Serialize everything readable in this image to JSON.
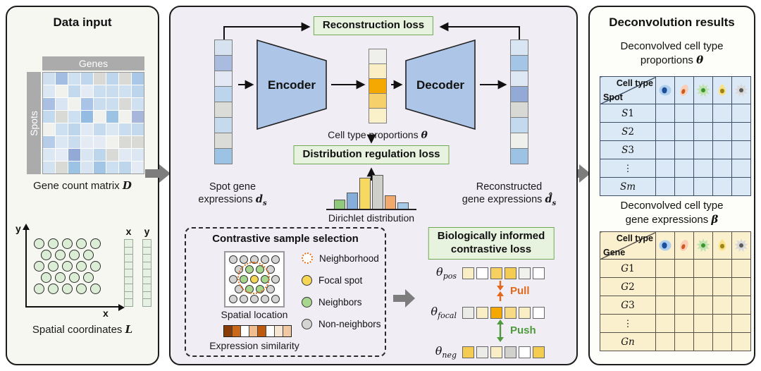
{
  "colors": {
    "connector": "#111111",
    "inter_panel_arrow": "#7d7d7d",
    "loss_box_bg": "#e7f2df",
    "loss_box_border": "#6faa54",
    "neighborhood": "#e0701c",
    "pull": "#e2691c",
    "push": "#4e9a3c",
    "panel_left_bg": "#f5f7f0",
    "panel_mid_bg": "#f1edf5",
    "panel_right_bg": "#fdfdf9"
  },
  "left_panel": {
    "title": "Data input",
    "genes_label": "Genes",
    "spots_label": "Spots",
    "matrix_rows": [
      [
        "#cfdff0",
        "#a3bce1",
        "#cfe0f1",
        "#bfd7ec",
        "#d9dad6",
        "#bed6ec",
        "#d9dad6",
        "#a9c7e6"
      ],
      [
        "#dce7f4",
        "#f1f1ed",
        "#c3d9ee",
        "#e4ebf5",
        "#cbdef0",
        "#c9ddef",
        "#cfe0f1",
        "#bdd5ec"
      ],
      [
        "#a9c0e2",
        "#dae5f3",
        "#f1f1ed",
        "#a9c4e6",
        "#c9ddef",
        "#cbdef0",
        "#d9dad6",
        "#cfe0f1"
      ],
      [
        "#c3d9ee",
        "#d9dad6",
        "#cde0f1",
        "#94bce2",
        "#f1f1ed",
        "#9cc2e4",
        "#f1f1ed",
        "#a9b6dc"
      ],
      [
        "#f1f1ed",
        "#cde0f1",
        "#bed6ec",
        "#e0e9f4",
        "#c7dbee",
        "#dce7f4",
        "#c9ddef",
        "#c3d9ee"
      ],
      [
        "#b5cde8",
        "#dce7f4",
        "#c9ddef",
        "#e4ebf5",
        "#e4ebf5",
        "#f1f1ed",
        "#d9dad6",
        "#d9dad6"
      ],
      [
        "#dce7f4",
        "#e4ebf5",
        "#93a9d6",
        "#dae5f3",
        "#bed6ec",
        "#d9dad6",
        "#e0e9f4",
        "#dce7f4"
      ],
      [
        "#d3e2f1",
        "#d9dad6",
        "#9cc2e4",
        "#d8e4f2",
        "#a3c6e6",
        "#cde0f1",
        "#bed6ec",
        "#e4ebf5"
      ]
    ],
    "matrix_caption": {
      "text": "Gene count matrix ",
      "symbol": "D"
    },
    "scatter": {
      "rows": [
        5,
        4,
        5,
        4,
        5
      ],
      "dot_color": "#dcedd6",
      "x_axis_label": "x",
      "y_axis_label": "y"
    },
    "coord_vectors": {
      "labels": [
        "x",
        "y"
      ],
      "cells": 9,
      "cell_color": "#e7f1e3"
    },
    "coords_caption": {
      "text": "Spatial coordinates ",
      "symbol": "L"
    }
  },
  "middle_panel": {
    "reconstruction_loss_label": "Reconstruction loss",
    "encoder_label": "Encoder",
    "decoder_label": "Decoder",
    "spot_vector": [
      "#d7e2f0",
      "#a9bce0",
      "#e2e9f4",
      "#bdd5ec",
      "#dbdbd8",
      "#c6daee",
      "#dbdbd8",
      "#9cc2e4"
    ],
    "latent_vector": [
      "#efefeb",
      "#faeec6",
      "#f5a802",
      "#f6d06a",
      "#faf0c9"
    ],
    "recon_vector": [
      "#d8e6f3",
      "#a4c6e6",
      "#dde8f4",
      "#93a9d6",
      "#d8d8d5",
      "#c2d9ee",
      "#efefeb",
      "#9cc2e4"
    ],
    "spot_vector_caption": {
      "line1": "Spot gene",
      "line2": "expressions ",
      "symbol": "d",
      "sub": "s"
    },
    "latent_caption": {
      "text": "Cell type proportions ",
      "symbol": "θ"
    },
    "recon_caption": {
      "line1": "Reconstructed",
      "line2": "gene expressions ",
      "symbol": "d̂",
      "sub": "s"
    },
    "distribution_loss_label": "Distribution regulation loss",
    "dirichlet": {
      "label": "Dirichlet distribution",
      "bars": [
        {
          "color": "#90c87c",
          "h": 13
        },
        {
          "color": "#86aedb",
          "h": 23
        },
        {
          "color": "#f7d860",
          "h": 44
        },
        {
          "color": "#cfcfca",
          "h": 48
        },
        {
          "color": "#f2a96e",
          "h": 19
        },
        {
          "color": "#a6cbe8",
          "h": 9
        }
      ]
    },
    "contrastive": {
      "title": "Contrastive sample selection",
      "grid_rows": [
        "ggggg",
        "gnng",
        "gnfng",
        "gnng",
        "ggggg"
      ],
      "grid_palette": {
        "g": "#d4d4d2",
        "n": "#a9d68f",
        "f": "#f6d655"
      },
      "spatial_label": "Spatial location",
      "similarity_cells": [
        "#8a3c08",
        "#c9681a",
        "#ffffff",
        "#f2bd8e",
        "#bd5a10",
        "#fdfdfd",
        "#f8e6d4",
        "#f0c9a4"
      ],
      "similarity_label": "Expression similarity",
      "legend": [
        {
          "label": "Neighborhood",
          "type": "dotted"
        },
        {
          "label": "Focal spot",
          "type": "circle",
          "fill": "#f6d655"
        },
        {
          "label": "Neighbors",
          "type": "circle",
          "fill": "#a9d68f"
        },
        {
          "label": "Non-neighbors",
          "type": "circle",
          "fill": "#d4d4d2"
        }
      ]
    },
    "bio_loss": {
      "line1": "Biologically informed",
      "line2": "contrastive loss"
    },
    "theta_rows": [
      {
        "symbol": "θ",
        "sub": "pos",
        "cells": [
          "#faeec6",
          "#ffffff",
          "#f6d060",
          "#f5cc52",
          "#f1f1ed",
          "#ffffff"
        ]
      },
      {
        "symbol": "θ",
        "sub": "focal",
        "cells": [
          "#ebebe7",
          "#faeec6",
          "#f5a802",
          "#f8d984",
          "#faeec6",
          "#ffffff"
        ]
      },
      {
        "symbol": "θ",
        "sub": "neg",
        "cells": [
          "#f5cc52",
          "#ebebe7",
          "#faeec6",
          "#d0d0cc",
          "#ffffff",
          "#f5cc52"
        ]
      }
    ],
    "pull_label": "Pull",
    "push_label": "Push"
  },
  "right_panel": {
    "title": "Deconvolution results",
    "cell_icons": [
      {
        "shape": "round",
        "body": "#aed0ee",
        "nucleus": "#1d4e9c"
      },
      {
        "shape": "bean",
        "body": "#f9cdb6",
        "nucleus": "#cd5a1e"
      },
      {
        "shape": "star",
        "body": "#bfe3ac",
        "nucleus": "#3f9430"
      },
      {
        "shape": "drop",
        "body": "#f9e186",
        "nucleus": "#9c8418"
      },
      {
        "shape": "star",
        "body": "#d9d9db",
        "nucleus": "#5a5a5a"
      }
    ],
    "tables": [
      {
        "caption_line1": "Deconvolved cell type",
        "caption_line2": "proportions ",
        "caption_symbol": "θ",
        "corner_top": "Cell type",
        "corner_side": "Spot",
        "row_labels": [
          "S1",
          "S2",
          "S3",
          "⋮",
          "Sm"
        ],
        "bg": "#dbe9f6",
        "border": "#3d4f66"
      },
      {
        "caption_line1": "Deconvolved cell type",
        "caption_line2": "gene expressions ",
        "caption_symbol": "β",
        "corner_top": "Cell type",
        "corner_side": "Gene",
        "row_labels": [
          "G1",
          "G2",
          "G3",
          "⋮",
          "Gn"
        ],
        "bg": "#fbf0cd",
        "border": "#55504a"
      }
    ]
  }
}
